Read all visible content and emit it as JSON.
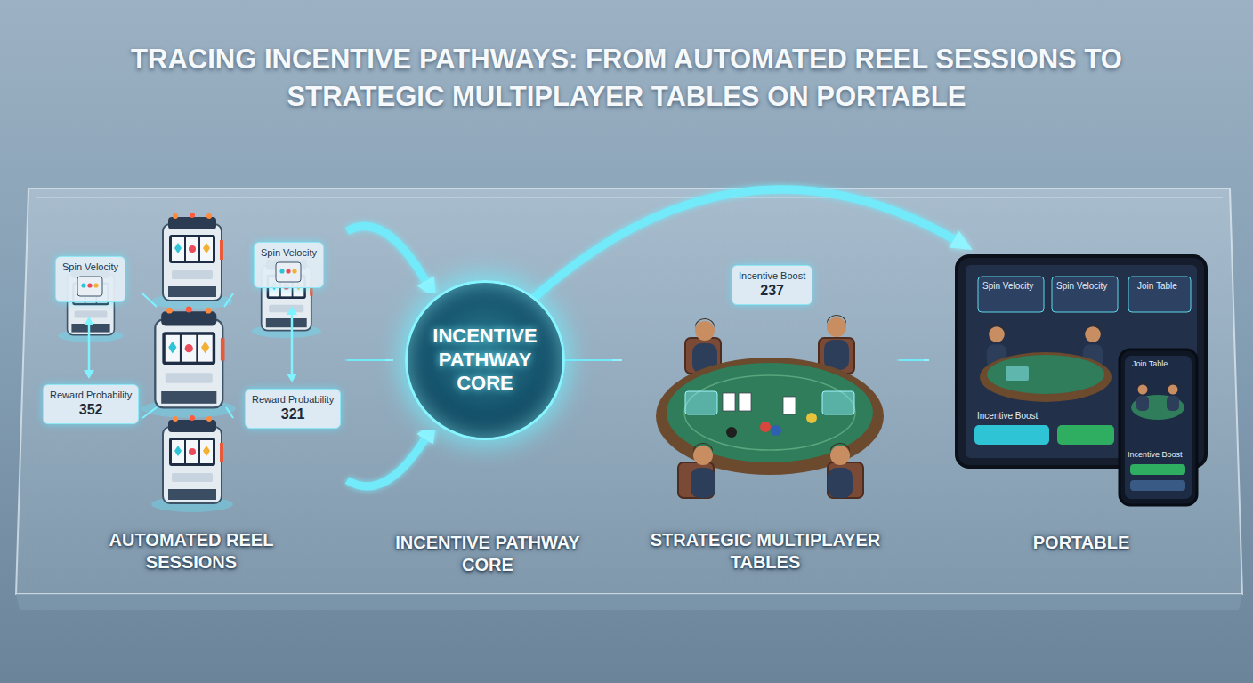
{
  "diagram": {
    "title": "TRACING INCENTIVE PATHWAYS: FROM AUTOMATED REEL SESSIONS TO STRATEGIC MULTIPLAYER TABLES ON PORTABLE",
    "nodes": [
      {
        "text": [
          "AUTOMATED REEL SESSIONS"
        ]
      },
      {
        "text": [
          "Spin Velocity"
        ],
        "in": 0
      },
      {
        "text": [
          "Spin Velocity"
        ],
        "in": 0
      },
      {
        "text": [
          "Reward Probability",
          "352"
        ],
        "in": 0
      },
      {
        "text": [
          "Reward Probability",
          "321"
        ],
        "in": 0
      },
      {
        "text": [
          "INCENTIVE PATHWAY CORE",
          "INCENTIVE PATHWAY CORE"
        ]
      },
      {
        "text": [
          "STRATEGIC MULTIPLAYER TABLES"
        ]
      },
      {
        "text": [
          "Incentive Boost",
          "237"
        ],
        "in": 6
      },
      {
        "text": [
          "PORTABLE"
        ]
      }
    ],
    "edges": [
      {
        "from": 0,
        "to": 5,
        "arrow": "to"
      },
      {
        "from": 0,
        "to": 5,
        "arrow": "to"
      },
      {
        "from": 0,
        "to": 5,
        "arrow": "to"
      },
      {
        "from": 5,
        "to": 6,
        "arrow": "to"
      },
      {
        "from": 6,
        "to": 8,
        "arrow": "to"
      },
      {
        "from": 5,
        "to": 8,
        "arrow": "to"
      }
    ],
    "labels": [
      "Spin Velocity",
      "Spin Velocity",
      "Join Table",
      "Incentive Boost",
      "Join Table",
      "Incentive Boost"
    ]
  }
}
